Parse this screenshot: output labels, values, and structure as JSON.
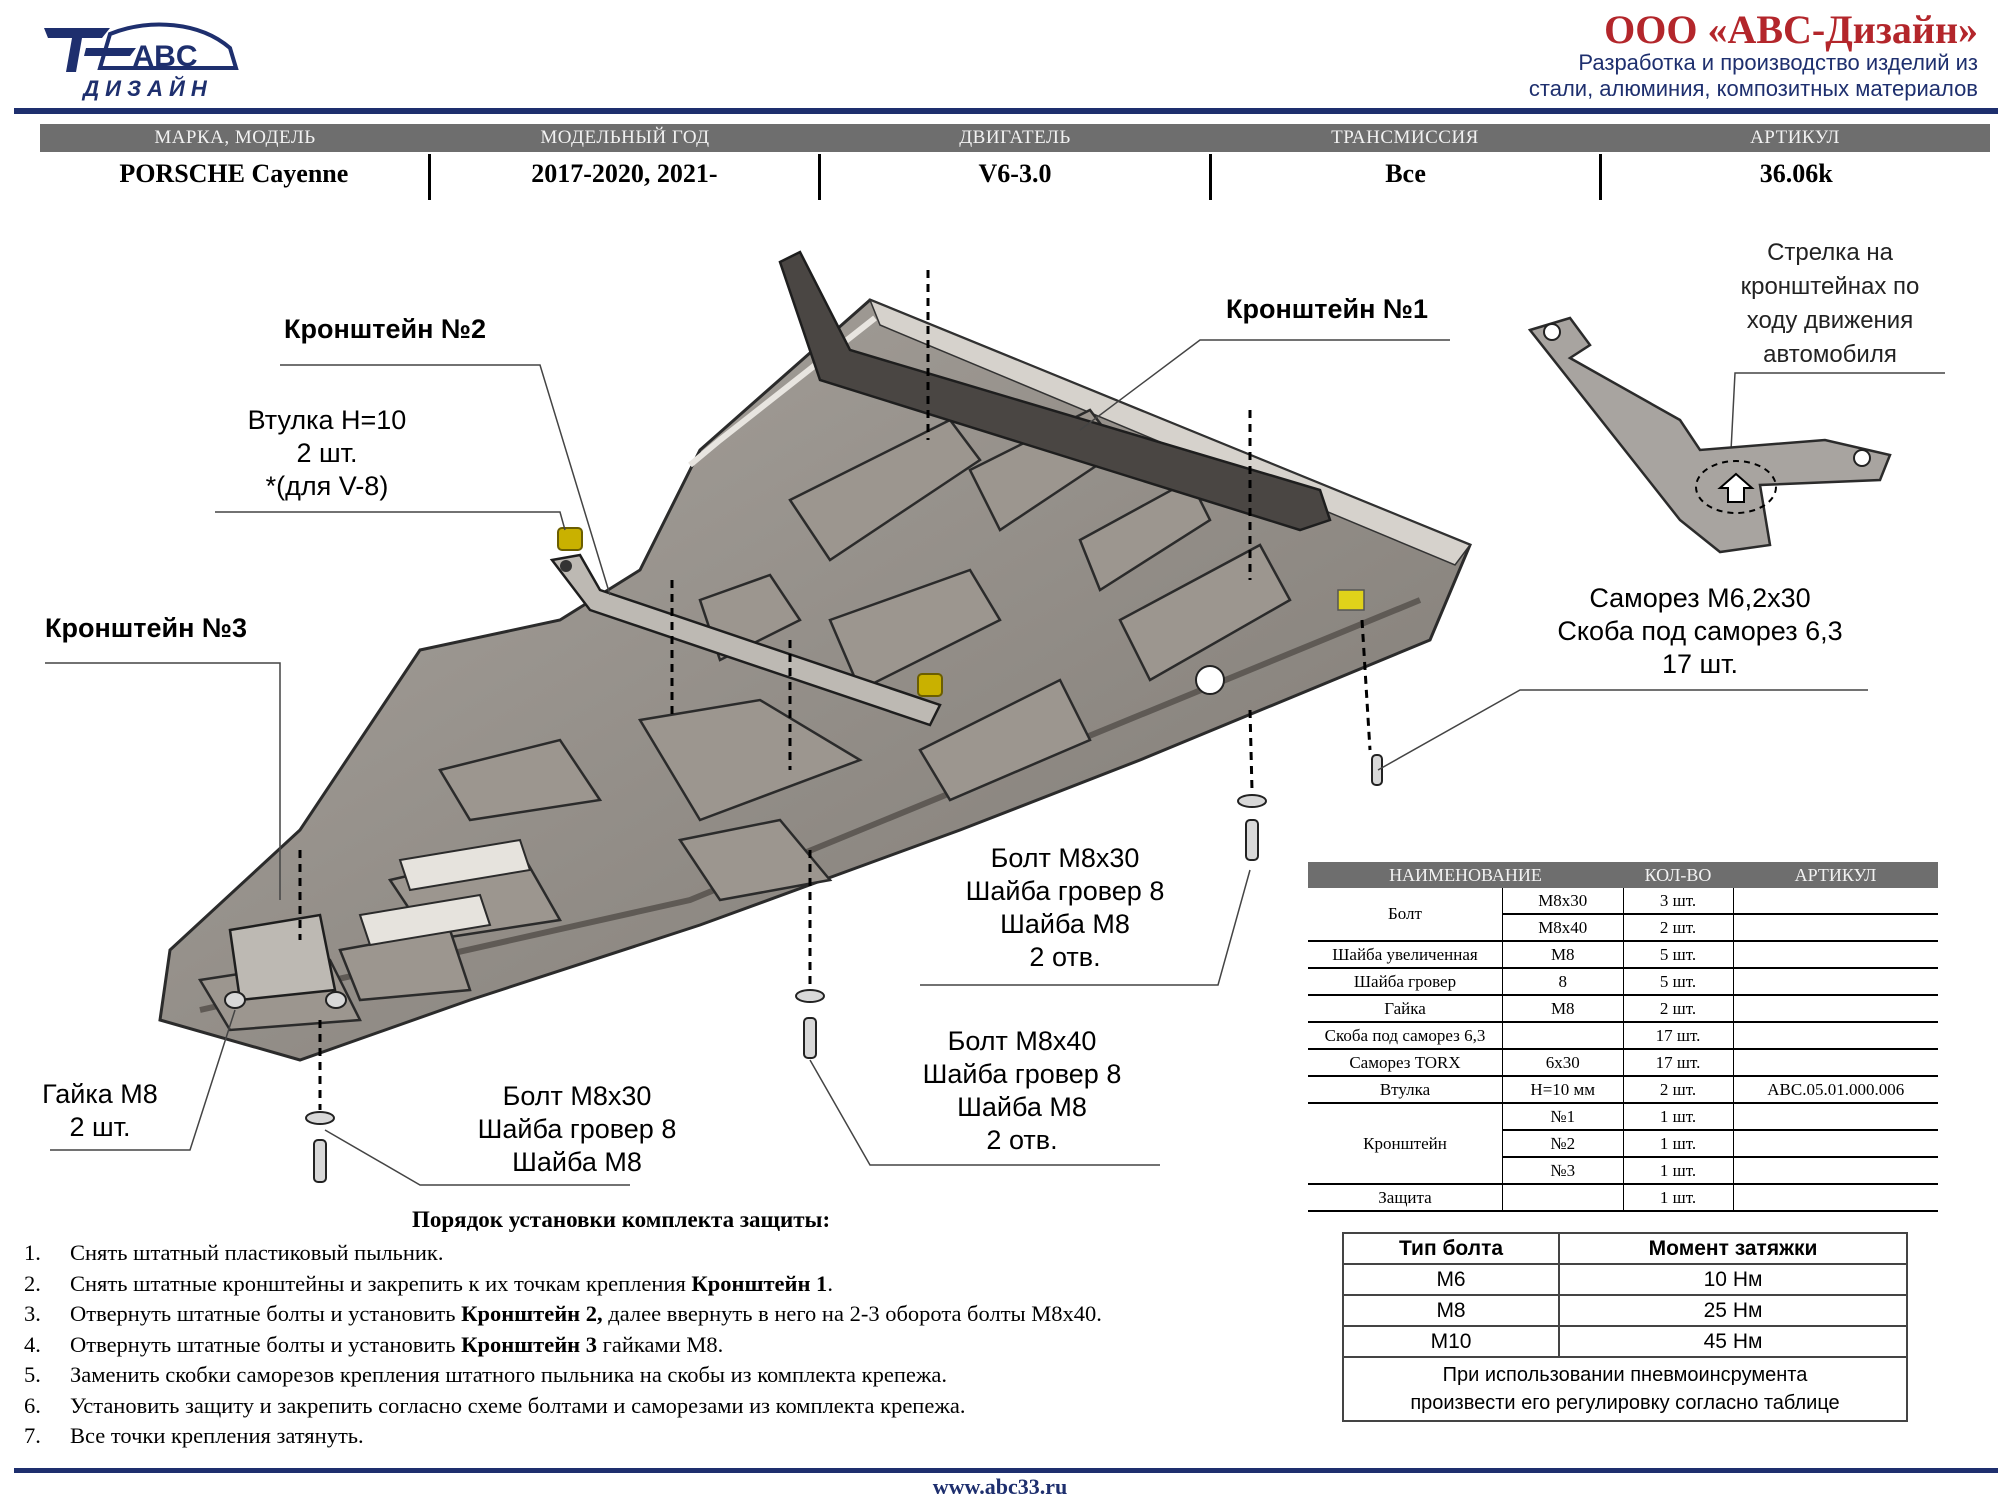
{
  "header": {
    "logo_text": "ABC",
    "logo_subtext": "ДИЗАЙН",
    "company_name": "ООО «АВС-Дизайн»",
    "tagline_line1": "Разработка и производство изделий из",
    "tagline_line2": "стали, алюминия, композитных материалов"
  },
  "spec": {
    "columns": [
      "МАРКА, МОДЕЛЬ",
      "МОДЕЛЬНЫЙ ГОД",
      "ДВИГАТЕЛЬ",
      "ТРАНСМИССИЯ",
      "АРТИКУЛ"
    ],
    "values": [
      "PORSCHE Cayenne",
      "2017-2020, 2021-",
      "V6-3.0",
      "Все",
      "36.06k"
    ]
  },
  "callouts": {
    "bracket1": "Кронштейн №1",
    "bracket2": "Кронштейн №2",
    "bracket3": "Кронштейн №3",
    "sleeve": [
      "Втулка Н=10",
      "2 шт.",
      "*(для V-8)"
    ],
    "arrow_note": [
      "Стрелка на",
      "кронштейнах по",
      "ходу движения",
      "автомобиля"
    ],
    "screw": [
      "Саморез М6,2х30",
      "Скоба под саморез 6,3",
      "17 шт."
    ],
    "bolt30_right": [
      "Болт М8х30",
      "Шайба гровер 8",
      "Шайба М8",
      "2 отв."
    ],
    "bolt40": [
      "Болт М8х40",
      "Шайба гровер 8",
      "Шайба М8",
      "2 отв."
    ],
    "bolt30_bottom": [
      "Болт М8х30",
      "Шайба гровер 8",
      "Шайба М8"
    ],
    "nut": [
      "Гайка М8",
      "2 шт."
    ]
  },
  "parts_table": {
    "headers": [
      "НАИМЕНОВАНИЕ",
      "КОЛ-ВО",
      "АРТИКУЛ"
    ],
    "rows": [
      {
        "name": "Болт",
        "spec": "М8х30",
        "qty": "3 шт.",
        "art": ""
      },
      {
        "name": "",
        "spec": "М8х40",
        "qty": "2 шт.",
        "art": ""
      },
      {
        "name": "Шайба увеличенная",
        "spec": "М8",
        "qty": "5 шт.",
        "art": ""
      },
      {
        "name": "Шайба гровер",
        "spec": "8",
        "qty": "5 шт.",
        "art": ""
      },
      {
        "name": "Гайка",
        "spec": "М8",
        "qty": "2 шт.",
        "art": ""
      },
      {
        "name": "Скоба под саморез 6,3",
        "spec": "",
        "qty": "17 шт.",
        "art": ""
      },
      {
        "name": "Саморез TORX",
        "spec": "6х30",
        "qty": "17 шт.",
        "art": ""
      },
      {
        "name": "Втулка",
        "spec": "Н=10 мм",
        "qty": "2 шт.",
        "art": "ABC.05.01.000.006"
      },
      {
        "name": "Кронштейн",
        "spec": "№1",
        "qty": "1 шт.",
        "art": ""
      },
      {
        "name": "",
        "spec": "№2",
        "qty": "1 шт.",
        "art": ""
      },
      {
        "name": "",
        "spec": "№3",
        "qty": "1 шт.",
        "art": ""
      },
      {
        "name": "Защита",
        "spec": "",
        "qty": "1 шт.",
        "art": ""
      }
    ]
  },
  "torque_table": {
    "headers": [
      "Тип болта",
      "Момент затяжки"
    ],
    "rows": [
      [
        "М6",
        "10 Нм"
      ],
      [
        "М8",
        "25 Нм"
      ],
      [
        "М10",
        "45 Нм"
      ]
    ],
    "note_line1": "При использовании пневмоинсрумента",
    "note_line2": "произвести его регулировку согласно таблице"
  },
  "instructions": {
    "title": "Порядок установки комплекта защиты:",
    "steps": [
      {
        "num": "1.",
        "pre": "Снять штатный пластиковый пыльник.",
        "bold": "",
        "post": ""
      },
      {
        "num": "2.",
        "pre": "Снять штатные кронштейны и закрепить к их точкам крепления ",
        "bold": "Кронштейн 1",
        "post": "."
      },
      {
        "num": "3.",
        "pre": "Отвернуть штатные болты и установить ",
        "bold": "Кронштейн 2,",
        "post": " далее ввернуть в него на 2-3 оборота болты М8х40."
      },
      {
        "num": "4.",
        "pre": "Отвернуть штатные болты и установить ",
        "bold": "Кронштейн 3",
        "post": " гайками М8."
      },
      {
        "num": "5.",
        "pre": "Заменить скобки саморезов крепления  штатного пыльника на скобы из комплекта крепежа.",
        "bold": "",
        "post": ""
      },
      {
        "num": "6.",
        "pre": "Установить защиту и закрепить согласно схеме болтами и саморезами из комплекта крепежа.",
        "bold": "",
        "post": ""
      },
      {
        "num": "7.",
        "pre": "Все точки крепления затянуть.",
        "bold": "",
        "post": ""
      }
    ]
  },
  "footer": {
    "url": "www.abc33.ru"
  },
  "colors": {
    "brand_red": "#b3262b",
    "brand_blue": "#1e2f6e",
    "header_gray": "#6e6e6e",
    "plate": "#8b8681",
    "bushing": "#c9b100"
  }
}
